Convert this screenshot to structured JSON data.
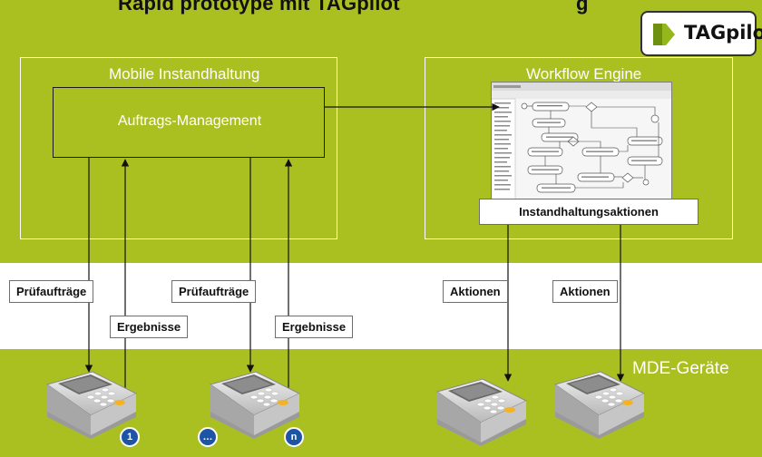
{
  "header": {
    "title": "Rapid prototype mit TAGpilot",
    "title_tail": "g"
  },
  "logo": {
    "text": "TAGpilot"
  },
  "left_frame": {
    "title": "Mobile Instandhaltung",
    "inner_label": "Auftrags-Management"
  },
  "right_frame": {
    "title": "Workflow Engine",
    "actions_label": "Instandhaltungsaktionen"
  },
  "flows": {
    "orders_1": "Prüfaufträge",
    "results_1": "Ergebnisse",
    "orders_2": "Prüfaufträge",
    "results_2": "Ergebnisse",
    "actions_1": "Aktionen",
    "actions_2": "Aktionen"
  },
  "devices": {
    "label": "MDE-Geräte",
    "badges": [
      "1",
      "…",
      "n"
    ]
  },
  "colors": {
    "band": "#aac020",
    "badge": "#1d54a6",
    "device_accent": "#f3b323"
  }
}
